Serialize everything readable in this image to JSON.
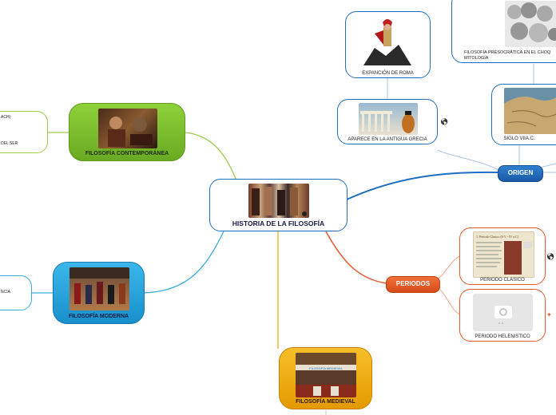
{
  "root": {
    "title": "HISTORIA DE LA FILOSOFÍA"
  },
  "branches": {
    "contemporanea": {
      "title": "FILOSOFÍA CONTEMPORÁNEA",
      "color": "#7cbf2a"
    },
    "moderna": {
      "title": "FILOSOFÍA MODERNA",
      "color": "#1c9fd8"
    },
    "medieval": {
      "title": "FILOSOFÍA MEDIEVAL",
      "color": "#f0a500",
      "image_caption": "FILOSOFÍA MEDIEVAL"
    },
    "origen": {
      "label": "ORIGEN",
      "color": "#1f6fc0"
    },
    "periodos": {
      "label": "PERIODOS",
      "color": "#e8582a"
    }
  },
  "origen_children": {
    "roma": {
      "label": "EXPANCIÓN DE ROMA"
    },
    "grecia": {
      "label": "APARECE EN LA ANTIGUA GRECIA"
    },
    "presocratica": {
      "label_line1": "FILOSOFÍA PRESOCRÁTICA  EN EL CHOQ",
      "label_line2": "MITOLOGÍA"
    },
    "siglo": {
      "label": "SIGLO VIIa.c."
    }
  },
  "periodos_children": {
    "clasico": {
      "label": "PERIODO CLASICO",
      "slide_title": "1. Periodo Clasico (S V - IV a.C)"
    },
    "helenistico": {
      "label": "PERIODO HELENISTICO"
    }
  },
  "cut_texts": {
    "contemporanea_1": "ACH)",
    "contemporanea_2": "DEL SER",
    "moderna_1": "NCIA"
  },
  "icons": {
    "globe": "globe-icon",
    "link": "link-icon"
  },
  "colors": {
    "blue": "#1f6fc0",
    "green": "#7cbf2a",
    "orange": "#e8582a",
    "yellow": "#f0a500",
    "lightblue": "#1c9fd8"
  }
}
